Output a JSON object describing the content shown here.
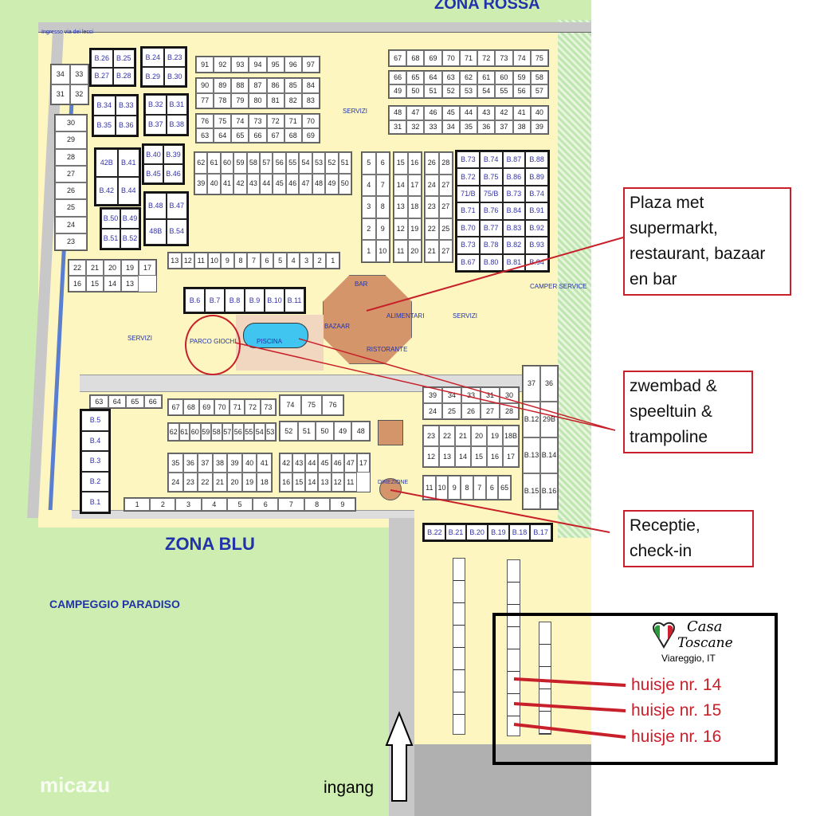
{
  "map": {
    "zones": {
      "north": "ZONA ROSSA",
      "south": "ZONA BLU"
    },
    "entrance_road": "Ingresso via dei lecci",
    "campsite_name": "CAMPEGGIO PARADISO",
    "facilities": {
      "servizi": "SERVIZI",
      "parco_giochi": "PARCO GIOCHI",
      "piscina": "PISCINA",
      "bar": "BAR",
      "bazaar": "BAZAAR",
      "alimentari": "ALIMENTARI",
      "ristorante": "RISTORANTE",
      "direzione": "DIREZIONE",
      "camper_service": "CAMPER SERVICE"
    },
    "blocks": {
      "r91": [
        "91",
        "92",
        "93",
        "94",
        "95",
        "96",
        "97"
      ],
      "r90": [
        "90",
        "89",
        "88",
        "87",
        "86",
        "85",
        "84",
        "77",
        "78",
        "79",
        "80",
        "81",
        "82",
        "83"
      ],
      "r76": [
        "76",
        "75",
        "74",
        "73",
        "72",
        "71",
        "70",
        "63",
        "64",
        "65",
        "66",
        "67",
        "68",
        "69"
      ],
      "r62": [
        "62",
        "61",
        "60",
        "59",
        "58",
        "57",
        "56",
        "55",
        "54",
        "53",
        "52",
        "51",
        "39",
        "40",
        "41",
        "42",
        "43",
        "44",
        "45",
        "46",
        "47",
        "48",
        "49",
        "50"
      ],
      "r67": [
        "67",
        "68",
        "69",
        "70",
        "71",
        "72",
        "73",
        "74",
        "75"
      ],
      "r66": [
        "66",
        "65",
        "64",
        "63",
        "62",
        "61",
        "60",
        "59",
        "58",
        "49",
        "50",
        "51",
        "52",
        "53",
        "54",
        "55",
        "56",
        "57"
      ],
      "r48": [
        "48",
        "47",
        "46",
        "45",
        "44",
        "43",
        "42",
        "41",
        "40",
        "31",
        "32",
        "33",
        "34",
        "35",
        "36",
        "37",
        "38",
        "39"
      ],
      "c5": [
        "5",
        "6",
        "4",
        "7",
        "3",
        "8",
        "2",
        "9",
        "1",
        "10"
      ],
      "c15": [
        "15",
        "16",
        "14",
        "17",
        "13",
        "18",
        "12",
        "19",
        "11",
        "20"
      ],
      "c26": [
        "26",
        "28",
        "24",
        "27",
        "23",
        "27",
        "22",
        "25",
        "21",
        "27"
      ],
      "r13": [
        "13",
        "12",
        "11",
        "10",
        "9",
        "8",
        "7",
        "6",
        "5",
        "4",
        "3",
        "2",
        "1"
      ],
      "l34": [
        "34",
        "33",
        "31",
        "32"
      ],
      "l30": [
        "30",
        "29",
        "28",
        "27",
        "26",
        "25",
        "24",
        "23"
      ],
      "l22": [
        "22",
        "21",
        "20",
        "19",
        "17",
        "16",
        "15",
        "14",
        "13"
      ],
      "b26": [
        "B.26",
        "B.25",
        "B.27",
        "B.28"
      ],
      "b24": [
        "B.24",
        "B.23",
        "B.29",
        "B.30"
      ],
      "b34": [
        "B.34",
        "B.33",
        "B.35",
        "B.36"
      ],
      "b32": [
        "B.32",
        "B.31",
        "B.37",
        "B.38"
      ],
      "b40": [
        "B.40",
        "B.39",
        "B.45",
        "B.46"
      ],
      "b42": [
        "42B",
        "B.41",
        "B.42",
        "B.44"
      ],
      "b48": [
        "B.48",
        "B.47",
        "48B",
        "B.54"
      ],
      "b50": [
        "B.50",
        "B.49",
        "B.51",
        "B.52"
      ],
      "b6": [
        "B.6",
        "B.7",
        "B.8",
        "B.9",
        "B.10",
        "B.11"
      ],
      "bl": [
        "B.5",
        "B.4",
        "B.3",
        "B.2",
        "B.1"
      ],
      "b22": [
        "B.22",
        "B.21",
        "B.20",
        "B.19",
        "B.18",
        "B.17"
      ],
      "b73": [
        "B.73",
        "B.74",
        "B.87",
        "B.88",
        "B.72",
        "B.75",
        "B.86",
        "B.89",
        "71/B",
        "75/B",
        "B.73",
        "B.74",
        "B.71",
        "B.76",
        "B.84",
        "B.91",
        "B.70",
        "B.77",
        "B.83",
        "B.92",
        "B.73",
        "B.78",
        "B.82",
        "B.93",
        "B.67",
        "B.80",
        "B.81",
        "B.94"
      ],
      "r63": [
        "63",
        "64",
        "65",
        "66"
      ],
      "r67b": [
        "67",
        "68",
        "69",
        "70",
        "71",
        "72",
        "73"
      ],
      "r62b": [
        "62",
        "61",
        "60",
        "59",
        "58",
        "57",
        "56",
        "55",
        "54",
        "53"
      ],
      "r74": [
        "74",
        "75",
        "76"
      ],
      "r52": [
        "52",
        "51",
        "50",
        "49",
        "48"
      ],
      "r35": [
        "35",
        "36",
        "37",
        "38",
        "39",
        "40",
        "41",
        "24",
        "23",
        "22",
        "21",
        "20",
        "19",
        "18"
      ],
      "r42": [
        "42",
        "43",
        "44",
        "45",
        "46",
        "47",
        "17",
        "16",
        "15",
        "14",
        "13",
        "12",
        "11"
      ],
      "r1": [
        "1",
        "2",
        "3",
        "4",
        "5",
        "6",
        "7",
        "8",
        "9"
      ],
      "r39": [
        "39",
        "34",
        "33",
        "31",
        "30",
        "24",
        "25",
        "26",
        "27",
        "28"
      ],
      "r23": [
        "23",
        "22",
        "21",
        "20",
        "19",
        "18B",
        "12",
        "13",
        "14",
        "15",
        "16",
        "17"
      ],
      "r11": [
        "11",
        "10",
        "9",
        "8",
        "7",
        "6",
        "65"
      ],
      "r37": [
        "37",
        "36",
        "B.12",
        "29B",
        "B.13",
        "B.14",
        "B.15",
        "B.16"
      ]
    }
  },
  "callouts": {
    "plaza": "Plaza met supermarkt, restaurant, bazaar en bar",
    "pool": "zwembad & speeltuin & trampoline",
    "reception": "Receptie, check-in",
    "entrance": "ingang"
  },
  "branding": {
    "logo_line1": "Casa",
    "logo_line2": "Toscane",
    "location": "Viareggio, IT",
    "watermark": "micazu"
  },
  "houses": [
    "huisje nr. 14",
    "huisje nr. 15",
    "huisje nr. 16"
  ],
  "colors": {
    "ground": "#fdf6c0",
    "grass": "#cdeeb0",
    "road": "#c8c8c8",
    "accent": "#c8202a",
    "zone_text": "#2233aa",
    "pool": "#40c4f0",
    "plaza": "#d4956a"
  }
}
